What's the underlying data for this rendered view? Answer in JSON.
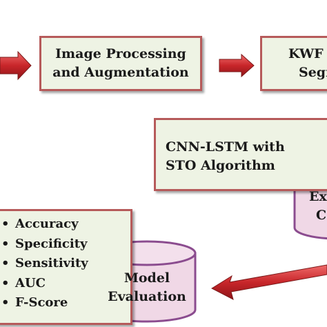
{
  "diagram": {
    "nodes": {
      "image_processing": {
        "line1": "Image Processing",
        "line2": "and Augmentation"
      },
      "segmentation": {
        "line1": "KWF",
        "line2": "Segm"
      },
      "cnn_lstm": {
        "line1": "CNN-LSTM with",
        "line2": "STO Algorithm"
      },
      "extraction": {
        "line1": "Ex",
        "line2": "C"
      },
      "model_evaluation": {
        "line1": "Model",
        "line2": "Evaluation"
      }
    },
    "metrics": {
      "bullet": "•",
      "items": [
        "Accuracy",
        "Specificity",
        "Sensitivity",
        "AUC",
        "F-Score"
      ]
    }
  },
  "colors": {
    "box_fill": "#eef3e4",
    "box_border": "#b65a5a",
    "cylinder_fill": "#f0d8e6",
    "cylinder_stroke": "#8b4c8f",
    "arrow_red": "#c8262a"
  }
}
